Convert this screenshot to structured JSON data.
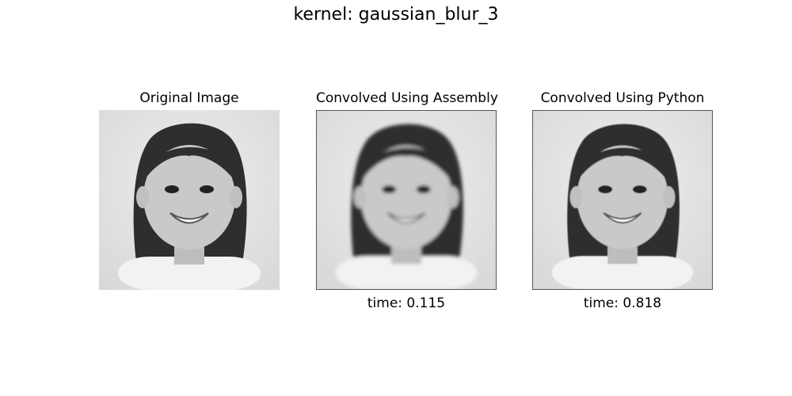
{
  "figure": {
    "title": "kernel: gaussian_blur_3"
  },
  "panels": [
    {
      "title": "Original Image",
      "xlabel": "",
      "image_subject": "grayscale portrait of a smiling young girl with bangs",
      "blurred": false,
      "framed": false
    },
    {
      "title": "Convolved Using Assembly",
      "xlabel": "time: 0.115",
      "image_subject": "grayscale portrait of a smiling young girl with bangs",
      "blurred": true,
      "framed": true
    },
    {
      "title": "Convolved Using Python",
      "xlabel": "time: 0.818",
      "image_subject": "grayscale portrait of a smiling young girl with bangs",
      "blurred": false,
      "framed": true
    }
  ],
  "colors": {
    "background": "#ffffff",
    "text": "#000000",
    "image_backdrop": "#e6e6e6",
    "hair": "#2e2e2e",
    "skin": "#c9c9c9",
    "shirt": "#f2f2f2"
  }
}
